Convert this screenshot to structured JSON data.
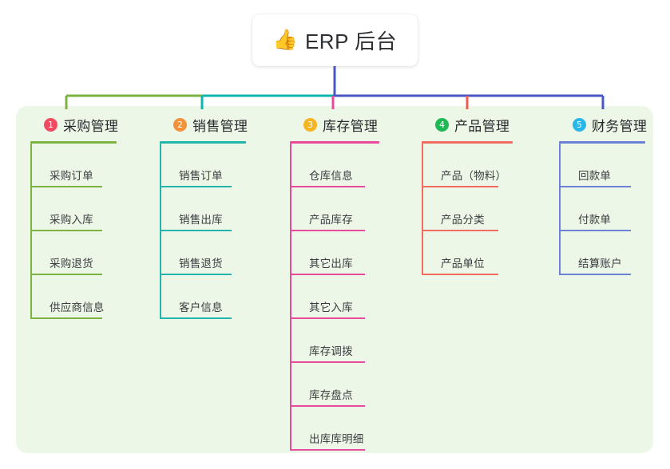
{
  "root": {
    "icon": "thumbs-up-icon",
    "emoji": "👍",
    "title": "ERP 后台",
    "stem_color": "#4a56c4"
  },
  "panel": {
    "background": "#edf7e8"
  },
  "branches": [
    {
      "index": "1",
      "title": "采购管理",
      "badge_color": "#ef4b62",
      "line_color": "#7cb342",
      "bus_color": "#7cb342",
      "items": [
        {
          "label": "采购订单"
        },
        {
          "label": "采购入库"
        },
        {
          "label": "采购退货"
        },
        {
          "label": "供应商信息"
        }
      ]
    },
    {
      "index": "2",
      "title": "销售管理",
      "badge_color": "#f4923c",
      "line_color": "#22b5ab",
      "bus_color": "#0fb5ae",
      "items": [
        {
          "label": "销售订单"
        },
        {
          "label": "销售出库"
        },
        {
          "label": "销售退货"
        },
        {
          "label": "客户信息"
        }
      ]
    },
    {
      "index": "3",
      "title": "库存管理",
      "badge_color": "#f5b421",
      "line_color": "#e martin",
      "bus_color": "#ea4a9a",
      "items": [
        {
          "label": "仓库信息"
        },
        {
          "label": "产品库存"
        },
        {
          "label": "其它出库"
        },
        {
          "label": "其它入库"
        },
        {
          "label": "库存调拨"
        },
        {
          "label": "库存盘点"
        },
        {
          "label": "出库库明细"
        }
      ]
    },
    {
      "index": "4",
      "title": "产品管理",
      "badge_color": "#1eb955",
      "line_color": "#f26b61",
      "bus_color": "#f15b52",
      "items": [
        {
          "label": "产品（物料）"
        },
        {
          "label": "产品分类"
        },
        {
          "label": "产品单位"
        }
      ]
    },
    {
      "index": "5",
      "title": "财务管理",
      "badge_color": "#29b6e8",
      "line_color": "#6b82d6",
      "bus_color": "#4a56c4",
      "items": [
        {
          "label": "回款单"
        },
        {
          "label": "付款单"
        },
        {
          "label": "结算账户"
        }
      ]
    }
  ]
}
